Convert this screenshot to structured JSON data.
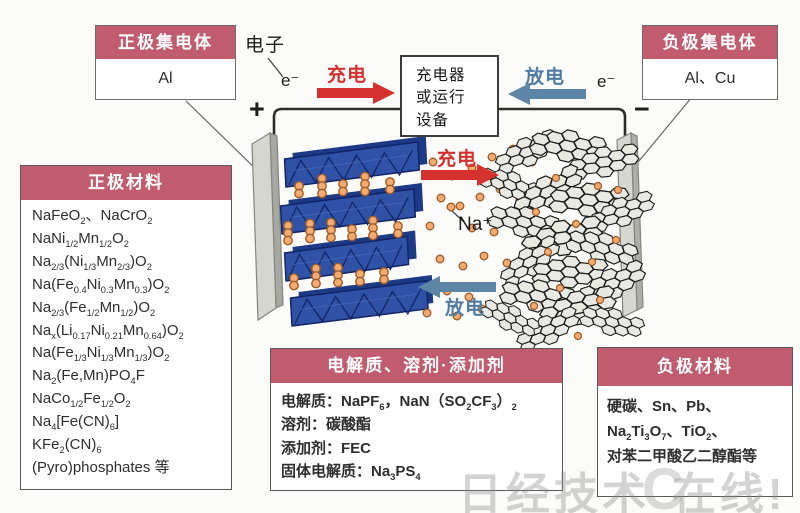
{
  "colors": {
    "header_rose": "#c15b6e",
    "charge_red": "#d5312e",
    "discharge_blue": "#5d85a6",
    "crystal_blue": "#2f52a6",
    "ion_orange": "#f5ab70",
    "flake_gray": "#e9e9e3"
  },
  "top": {
    "cathode_collector": {
      "title": "正极集电体",
      "value": "Al"
    },
    "anode_collector": {
      "title": "负极集电体",
      "value": "Al、Cu"
    },
    "charger": {
      "lines": [
        "充电器",
        "或运行",
        "设备"
      ]
    },
    "electron_label": "电子",
    "electron_symbol_left": "e⁻",
    "electron_symbol_right": "e⁻",
    "charge_label": "充电",
    "discharge_label": "放电",
    "plus_terminal": "+",
    "minus_terminal": "−"
  },
  "cell": {
    "charge_label": "充电",
    "discharge_label": "放电",
    "sodium_ion_label": "Na⁺"
  },
  "panels": {
    "cathode": {
      "title": "正极材料",
      "items": [
        "NaFeO<sub>2</sub>、NaCrO<sub>2</sub>",
        "NaNi<sub>1/2</sub>Mn<sub>1/2</sub>O<sub>2</sub>",
        "Na<sub>2/3</sub>(Ni<sub>1/3</sub>Mn<sub>2/3</sub>)O<sub>2</sub>",
        "Na(Fe<sub>0.4</sub>Ni<sub>0.3</sub>Mn<sub>0.3</sub>)O<sub>2</sub>",
        "Na<sub>2/3</sub>(Fe<sub>1/2</sub>Mn<sub>1/2</sub>)O<sub>2</sub>",
        "Na<sub>x</sub>(Li<sub>0.17</sub>Ni<sub>0.21</sub>Mn<sub>0.64</sub>)O<sub>2</sub>",
        "Na(Fe<sub>1/3</sub>Ni<sub>1/3</sub>Mn<sub>1/3</sub>)O<sub>2</sub>",
        "Na<sub>2</sub>(Fe,Mn)PO<sub>4</sub>F",
        "NaCo<sub>1/2</sub>Fe<sub>1/2</sub>O<sub>2</sub>",
        "Na<sub>4</sub>[Fe(CN)<sub>6</sub>]",
        "KFe<sub>2</sub>(CN)<sub>6</sub>",
        "(Pyro)phosphates 等"
      ]
    },
    "electrolyte": {
      "title": "电解质、溶剂·添加剂",
      "items": [
        "电解质：NaPF<sub>6</sub>，NaN（SO<sub>2</sub>CF<sub>3</sub>）<sub>2</sub>",
        "溶剂：碳酸酯",
        "添加剂：FEC",
        "固体电解质：Na<sub>3</sub>PS<sub>4</sub>"
      ]
    },
    "anode": {
      "title": "负极材料",
      "items": [
        "硬碳、Sn、Pb、",
        "Na<sub>2</sub>Ti<sub>3</sub>O<sub>7</sub>、TiO<sub>2</sub>、",
        "对苯二甲酸乙二醇酯等"
      ]
    }
  },
  "watermark": {
    "part1": "日经技术",
    "mark": "C",
    "part2": "在线!"
  }
}
